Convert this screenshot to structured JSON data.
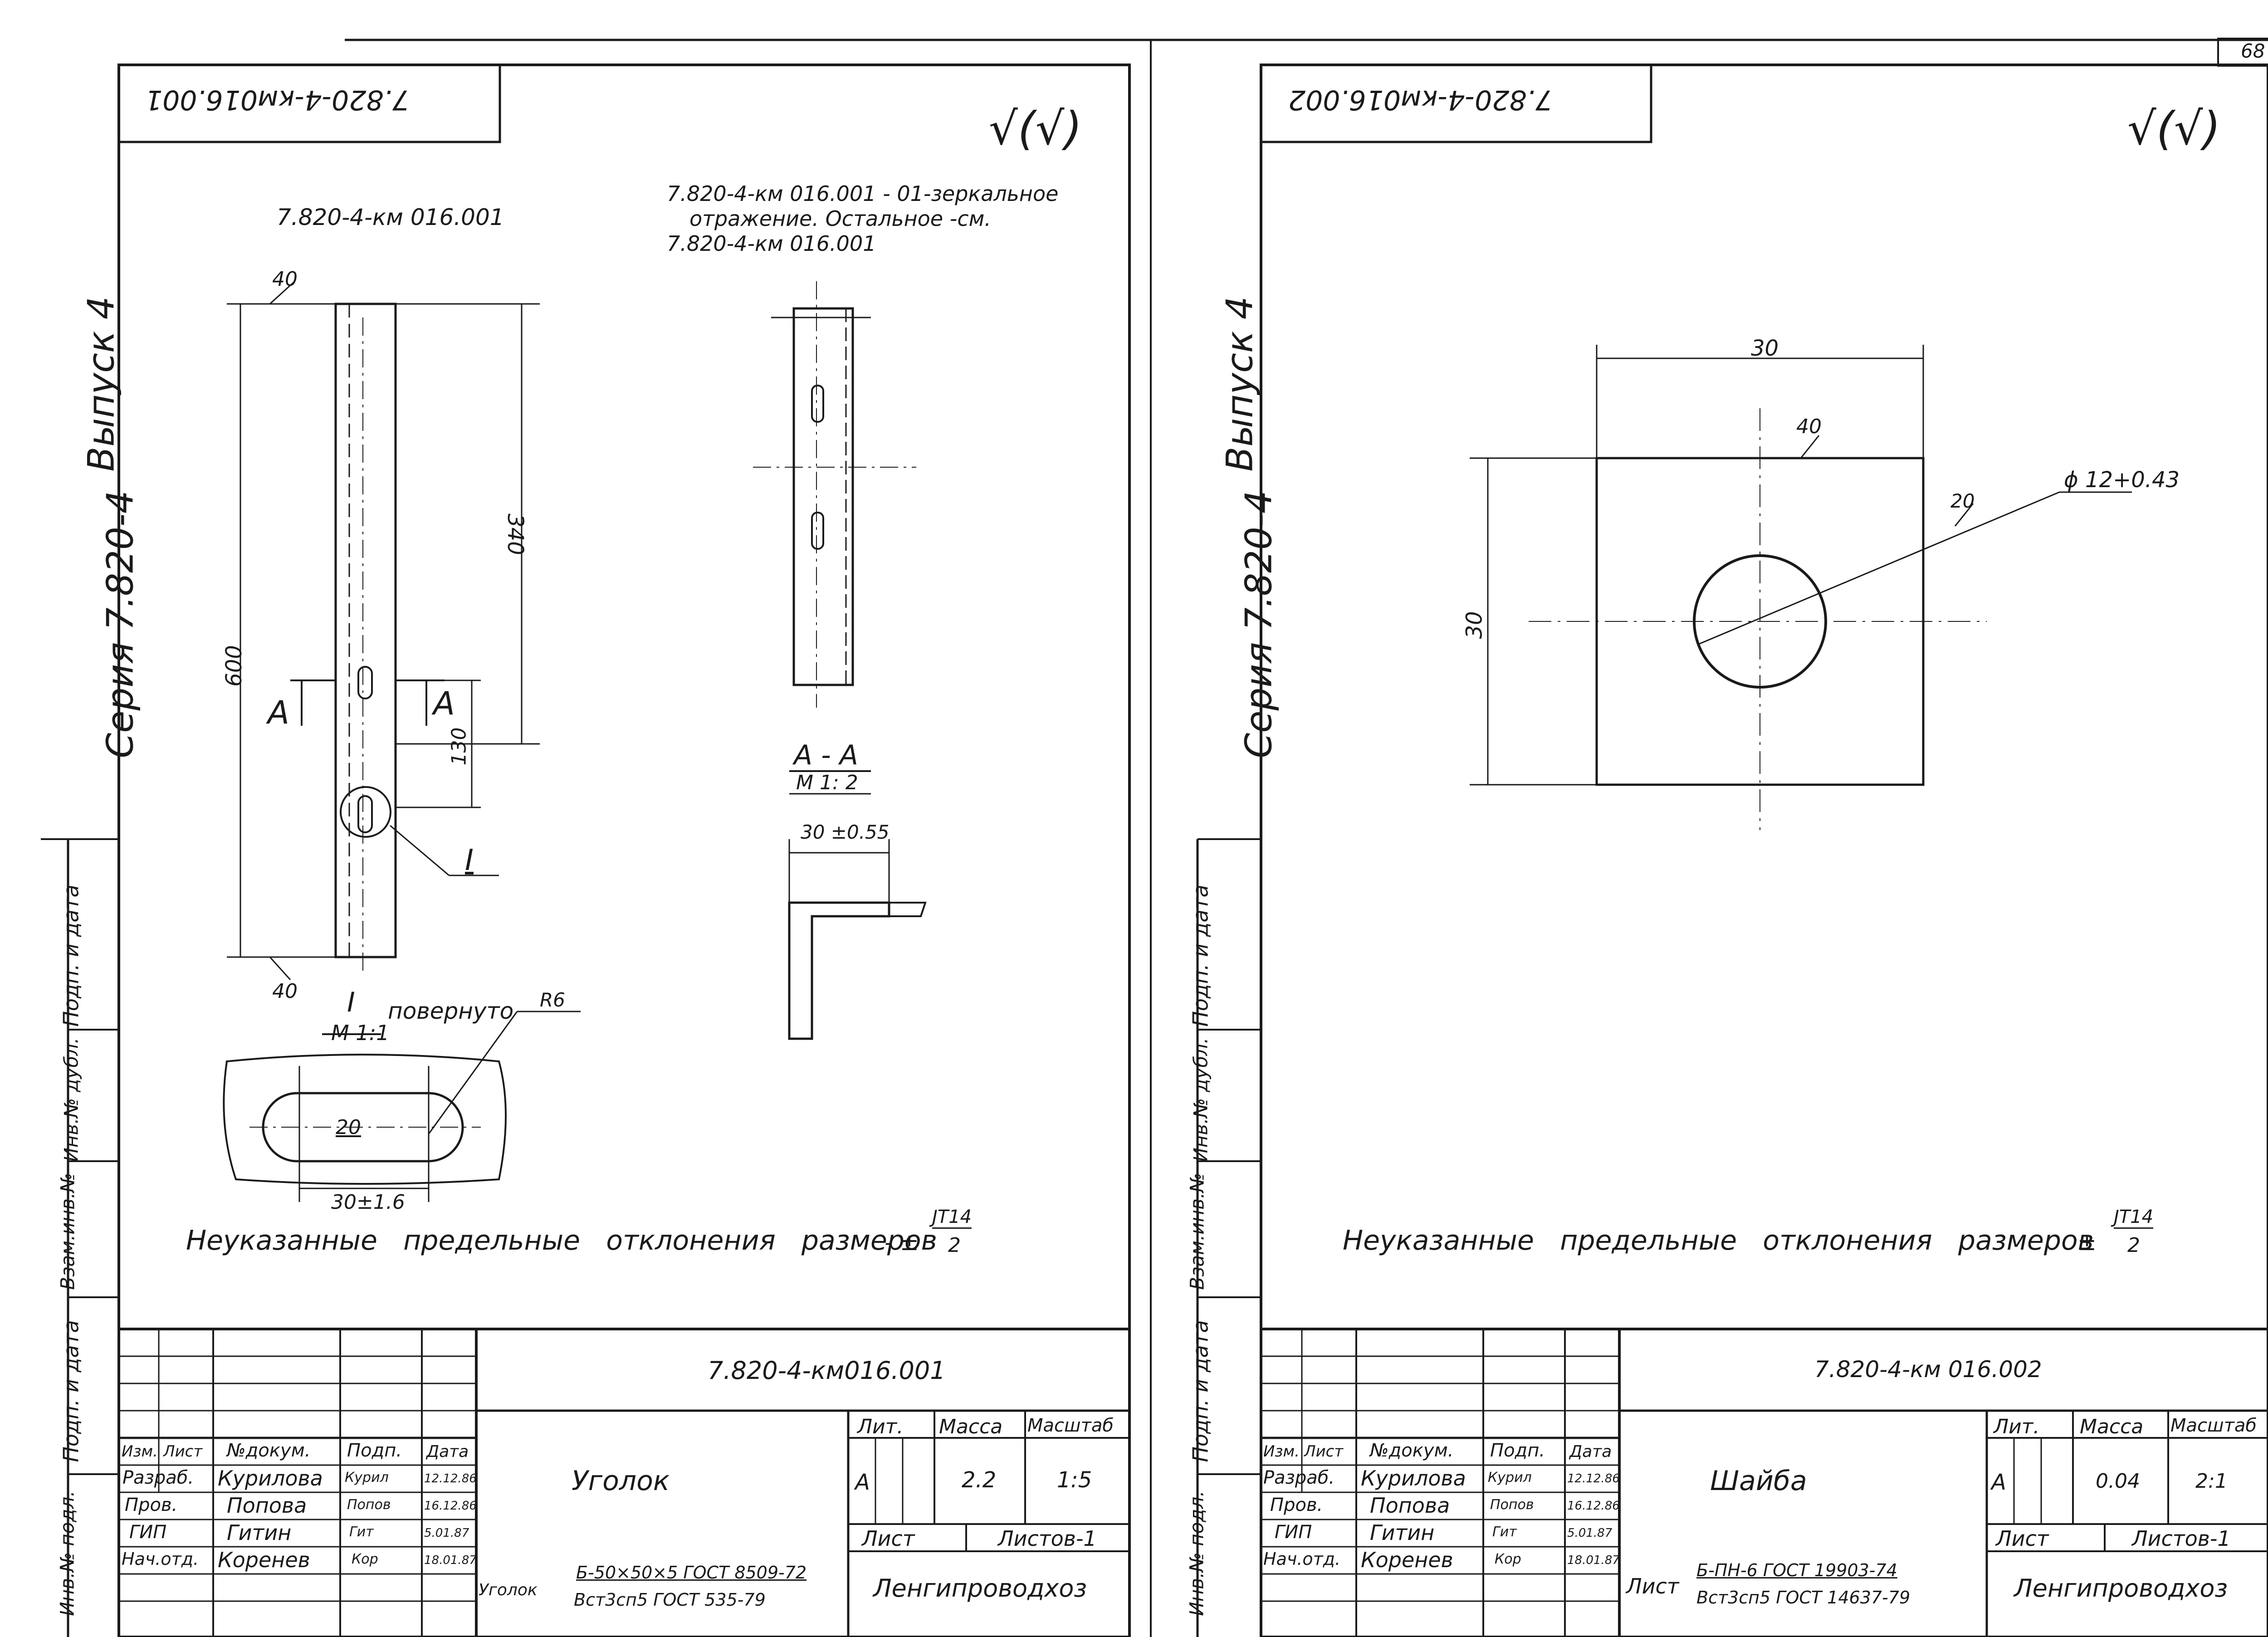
{
  "page_number": "68",
  "left_sheet": {
    "stamp_code": "7.820-4-км016.001",
    "roughness": "√(√)",
    "series_label": "Серия 7.820-4",
    "issue_label": "Выпуск 4",
    "view_title": "7.820-4-км 016.001",
    "mirror_note_line1": "7.820-4-км 016.001 - 01-зеркальное",
    "mirror_note_line2": "отражение. Остальное -см.",
    "mirror_note_line3": "7.820-4-км 016.001",
    "dim_600": "600",
    "dim_340": "340",
    "dim_130": "130",
    "rough_40_top": "40",
    "rough_40_bottom": "40",
    "section_letter_left": "A",
    "section_letter_right": "A",
    "callout_I": "I",
    "section_title": "A - A",
    "section_scale": "M 1: 2",
    "section_dim": "30 ±0.55",
    "detail_title": "I",
    "detail_rotated": "повернуто",
    "detail_scale": "M 1:1",
    "detail_radius": "R6",
    "detail_rough": "20",
    "detail_dim": "30±1.6",
    "tolerance_note": "Неуказанные   предельные   отклонения   размеров",
    "tolerance_sign": "- ±",
    "tolerance_num": "JT14",
    "tolerance_den": "2",
    "side_labels": [
      "Подп. и дата",
      "Инв.№ дубл.",
      "Взам.инв.№",
      "Подп. и дата",
      "Инв.№ подл."
    ],
    "title_block": {
      "designation": "7.820-4-км016.001",
      "name": "Уголок",
      "lit_header": "Лит.",
      "mass_header": "Масса",
      "scale_header": "Масштаб",
      "lit_value": "А",
      "mass_value": "2.2",
      "scale_value": "1:5",
      "sheet_label": "Лист",
      "sheets_label": "Листов-1",
      "material_prefix": "Уголок",
      "material_line1": "Б-50×50×5 ГОСТ 8509-72",
      "material_line2": "Вст3сп5 ГОСТ 535-79",
      "organization": "Ленгипроводхоз",
      "headers": [
        "Изм.",
        "Лист",
        "№докум.",
        "Подп.",
        "Дата"
      ],
      "rows": [
        {
          "role": "Разраб.",
          "name": "Курилова",
          "sign": "Курил",
          "date": "12.12.86"
        },
        {
          "role": "Пров.",
          "name": "Попова",
          "sign": "Попов",
          "date": "16.12.86"
        },
        {
          "role": "ГИП",
          "name": "Гитин",
          "sign": "Гит",
          "date": "5.01.87"
        },
        {
          "role": "Нач.отд.",
          "name": "Коренев",
          "sign": "Кор",
          "date": "18.01.87"
        }
      ]
    }
  },
  "right_sheet": {
    "stamp_code": "7.820-4-км016.002",
    "roughness": "√(√)",
    "series_label": "Серия 7.820-4",
    "issue_label": "Выпуск 4",
    "dim_30_top": "30",
    "dim_30_side": "30",
    "rough_40": "40",
    "rough_20": "20",
    "hole_dim": "ϕ 12+0.43",
    "tolerance_note": "Неуказанные   предельные   отклонения   размеров",
    "tolerance_sign": "±",
    "tolerance_num": "JT14",
    "tolerance_den": "2",
    "side_labels": [
      "Подп. и дата",
      "Инв.№ дубл.",
      "Взам.инв.№",
      "Подп. и дата",
      "Инв.№ подл."
    ],
    "title_block": {
      "designation": "7.820-4-км 016.002",
      "name": "Шайба",
      "lit_header": "Лит.",
      "mass_header": "Масса",
      "scale_header": "Масштаб",
      "lit_value": "А",
      "mass_value": "0.04",
      "scale_value": "2:1",
      "sheet_label": "Лист",
      "sheets_label": "Листов-1",
      "material_prefix": "Лист",
      "material_line1": "Б-ПН-6 ГОСТ 19903-74",
      "material_line2": "Вст3сп5 ГОСТ 14637-79",
      "organization": "Ленгипроводхоз",
      "headers": [
        "Изм.",
        "Лист",
        "№докум.",
        "Подп.",
        "Дата"
      ],
      "rows": [
        {
          "role": "Разраб.",
          "name": "Курилова",
          "sign": "Курил",
          "date": "12.12.86"
        },
        {
          "role": "Пров.",
          "name": "Попова",
          "sign": "Попов",
          "date": "16.12.86"
        },
        {
          "role": "ГИП",
          "name": "Гитин",
          "sign": "Гит",
          "date": "5.01.87"
        },
        {
          "role": "Нач.отд.",
          "name": "Коренев",
          "sign": "Кор",
          "date": "18.01.87"
        }
      ]
    }
  }
}
